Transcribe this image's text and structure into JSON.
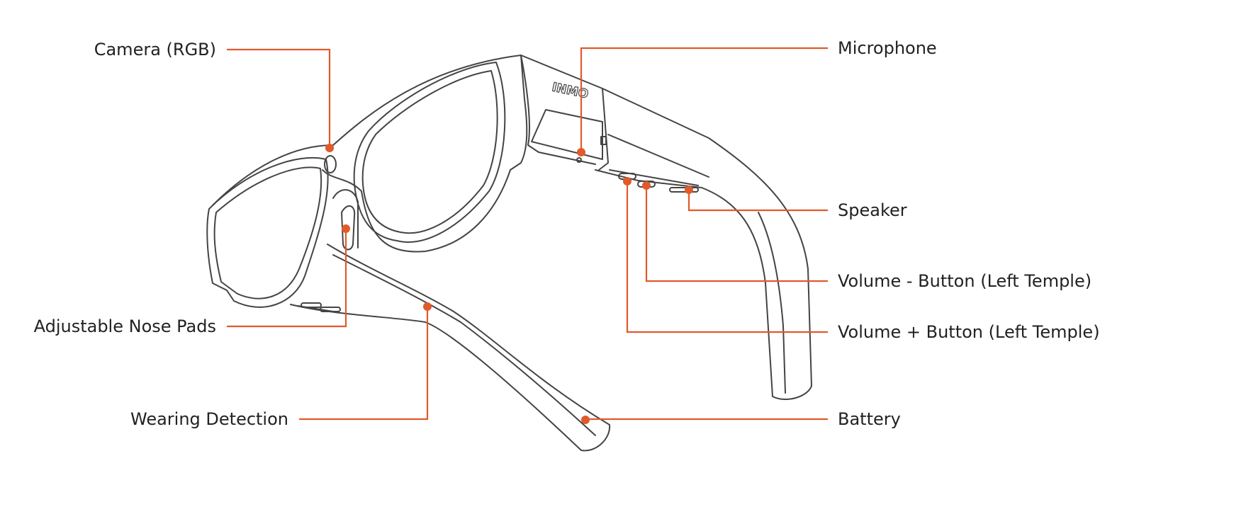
{
  "logo_text": "INMO",
  "accent_color": "#e05a2b",
  "line_color": "#444444",
  "labels": {
    "camera": "Camera (RGB)",
    "nose_pads": "Adjustable Nose Pads",
    "wearing_detection": "Wearing Detection",
    "microphone": "Microphone",
    "speaker": "Speaker",
    "volume_minus": "Volume - Button (Left Temple)",
    "volume_plus": "Volume + Button (Left Temple)",
    "battery": "Battery"
  }
}
